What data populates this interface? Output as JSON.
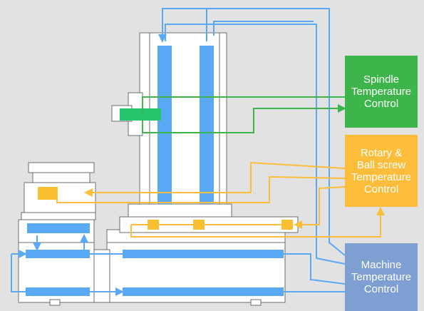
{
  "colors": {
    "background": "#e2e2e2",
    "spindle": "#3db54b",
    "rotary": "#fbbd3a",
    "machine": "#7f9fd2",
    "coolant_blue": "#5aa9f5",
    "machine_body": "#ffffff",
    "outline": "#6e6e6e"
  },
  "control_boxes": [
    {
      "id": "spindle",
      "lines": [
        "Spindle",
        "Temperature",
        "Control"
      ]
    },
    {
      "id": "rotary",
      "lines": [
        "Rotary &",
        "Ball screw",
        "Temperature",
        "Control"
      ]
    },
    {
      "id": "machine",
      "lines": [
        "Machine",
        "Temperature",
        "Control"
      ]
    }
  ]
}
